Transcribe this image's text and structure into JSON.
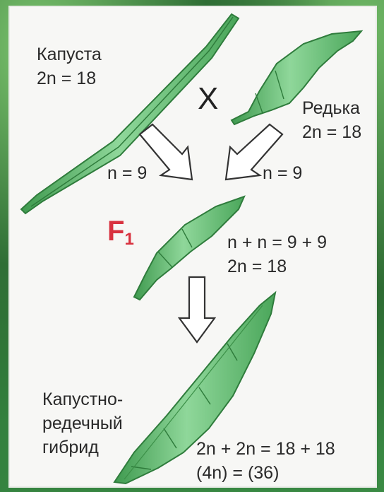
{
  "labels": {
    "cabbage": "Капуста",
    "cabbage_chromosomes": "2n = 18",
    "cross_symbol": "X",
    "radish": "Редька",
    "radish_chromosomes": "2n = 18",
    "gamete_left": "n = 9",
    "gamete_right": "n = 9",
    "f1_letter": "F",
    "f1_sub": "1",
    "f1_sum": "n + n = 9 + 9",
    "f1_chromosomes": "2n = 18",
    "hybrid_line1": "Капустно-",
    "hybrid_line2": "редечный",
    "hybrid_line3": "гибрид",
    "hybrid_sum": "2n + 2n = 18 + 18",
    "hybrid_chromosomes": "(4n) = (36)"
  },
  "colors": {
    "pod_fill": "#6cc07a",
    "pod_dark": "#3b8f4a",
    "accent_red": "#d8323f",
    "panel": "#f7f7f5"
  }
}
